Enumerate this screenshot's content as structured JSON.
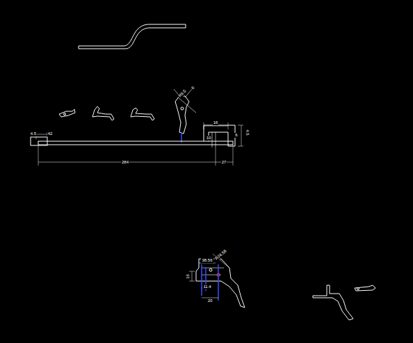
{
  "diagram": {
    "labels": [
      "4.5",
      "42",
      "16",
      "4.5",
      "10",
      "284",
      "27",
      "R8.5",
      "8",
      "R24.58",
      "38.56",
      "16",
      "11.4",
      "20",
      "6"
    ]
  }
}
